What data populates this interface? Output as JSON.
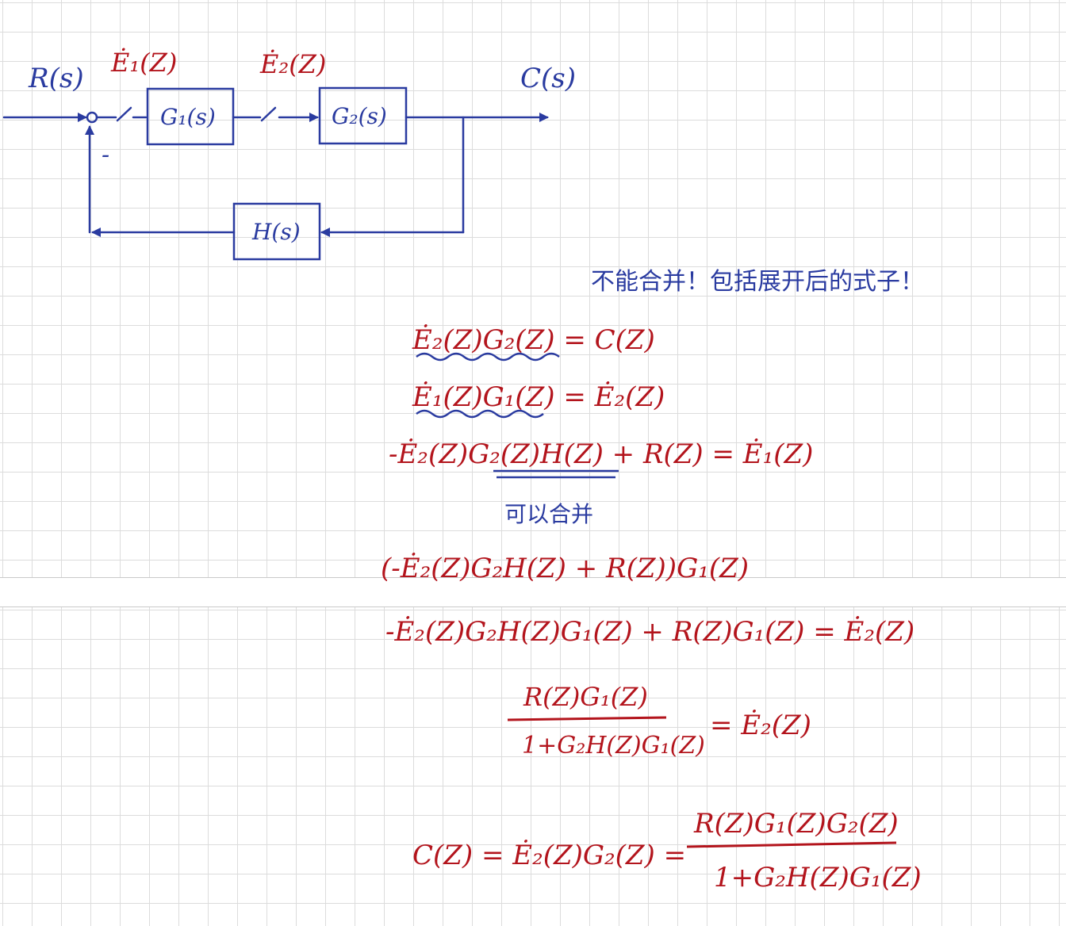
{
  "colors": {
    "diagram": "#2a3ba0",
    "equations": "#b3141c"
  },
  "diagram": {
    "labels": {
      "input": "R(s)",
      "e1": "Ė₁(Z)",
      "e2": "Ė₂(Z)",
      "output": "C(s)",
      "minus": "-"
    },
    "blocks": {
      "g1": "G₁(s)",
      "g2": "G₂(s)",
      "h": "H(s)"
    }
  },
  "notes": {
    "cannot_merge": "不能合并！包括展开后的式子！",
    "can_merge": "可以合并"
  },
  "equations": {
    "eq1": "Ė₂(Z)G₂(Z) = C(Z)",
    "eq2": "Ė₁(Z)G₁(Z) = Ė₂(Z)",
    "eq3": "-Ė₂(Z)G₂(Z)H(Z) + R(Z) = Ė₁(Z)",
    "eq4": "(-Ė₂(Z)G₂H(Z) + R(Z))G₁(Z)",
    "eq5": "-Ė₂(Z)G₂H(Z)G₁(Z) + R(Z)G₁(Z) = Ė₂(Z)",
    "eq6_num": "R(Z)G₁(Z)",
    "eq6_den": "1+G₂H(Z)G₁(Z)",
    "eq6_rhs": "= Ė₂(Z)",
    "eq7_lhs": "C(Z) = Ė₂(Z)G₂(Z) =",
    "eq7_num": "R(Z)G₁(Z)G₂(Z)",
    "eq7_den": "1+G₂H(Z)G₁(Z)"
  }
}
